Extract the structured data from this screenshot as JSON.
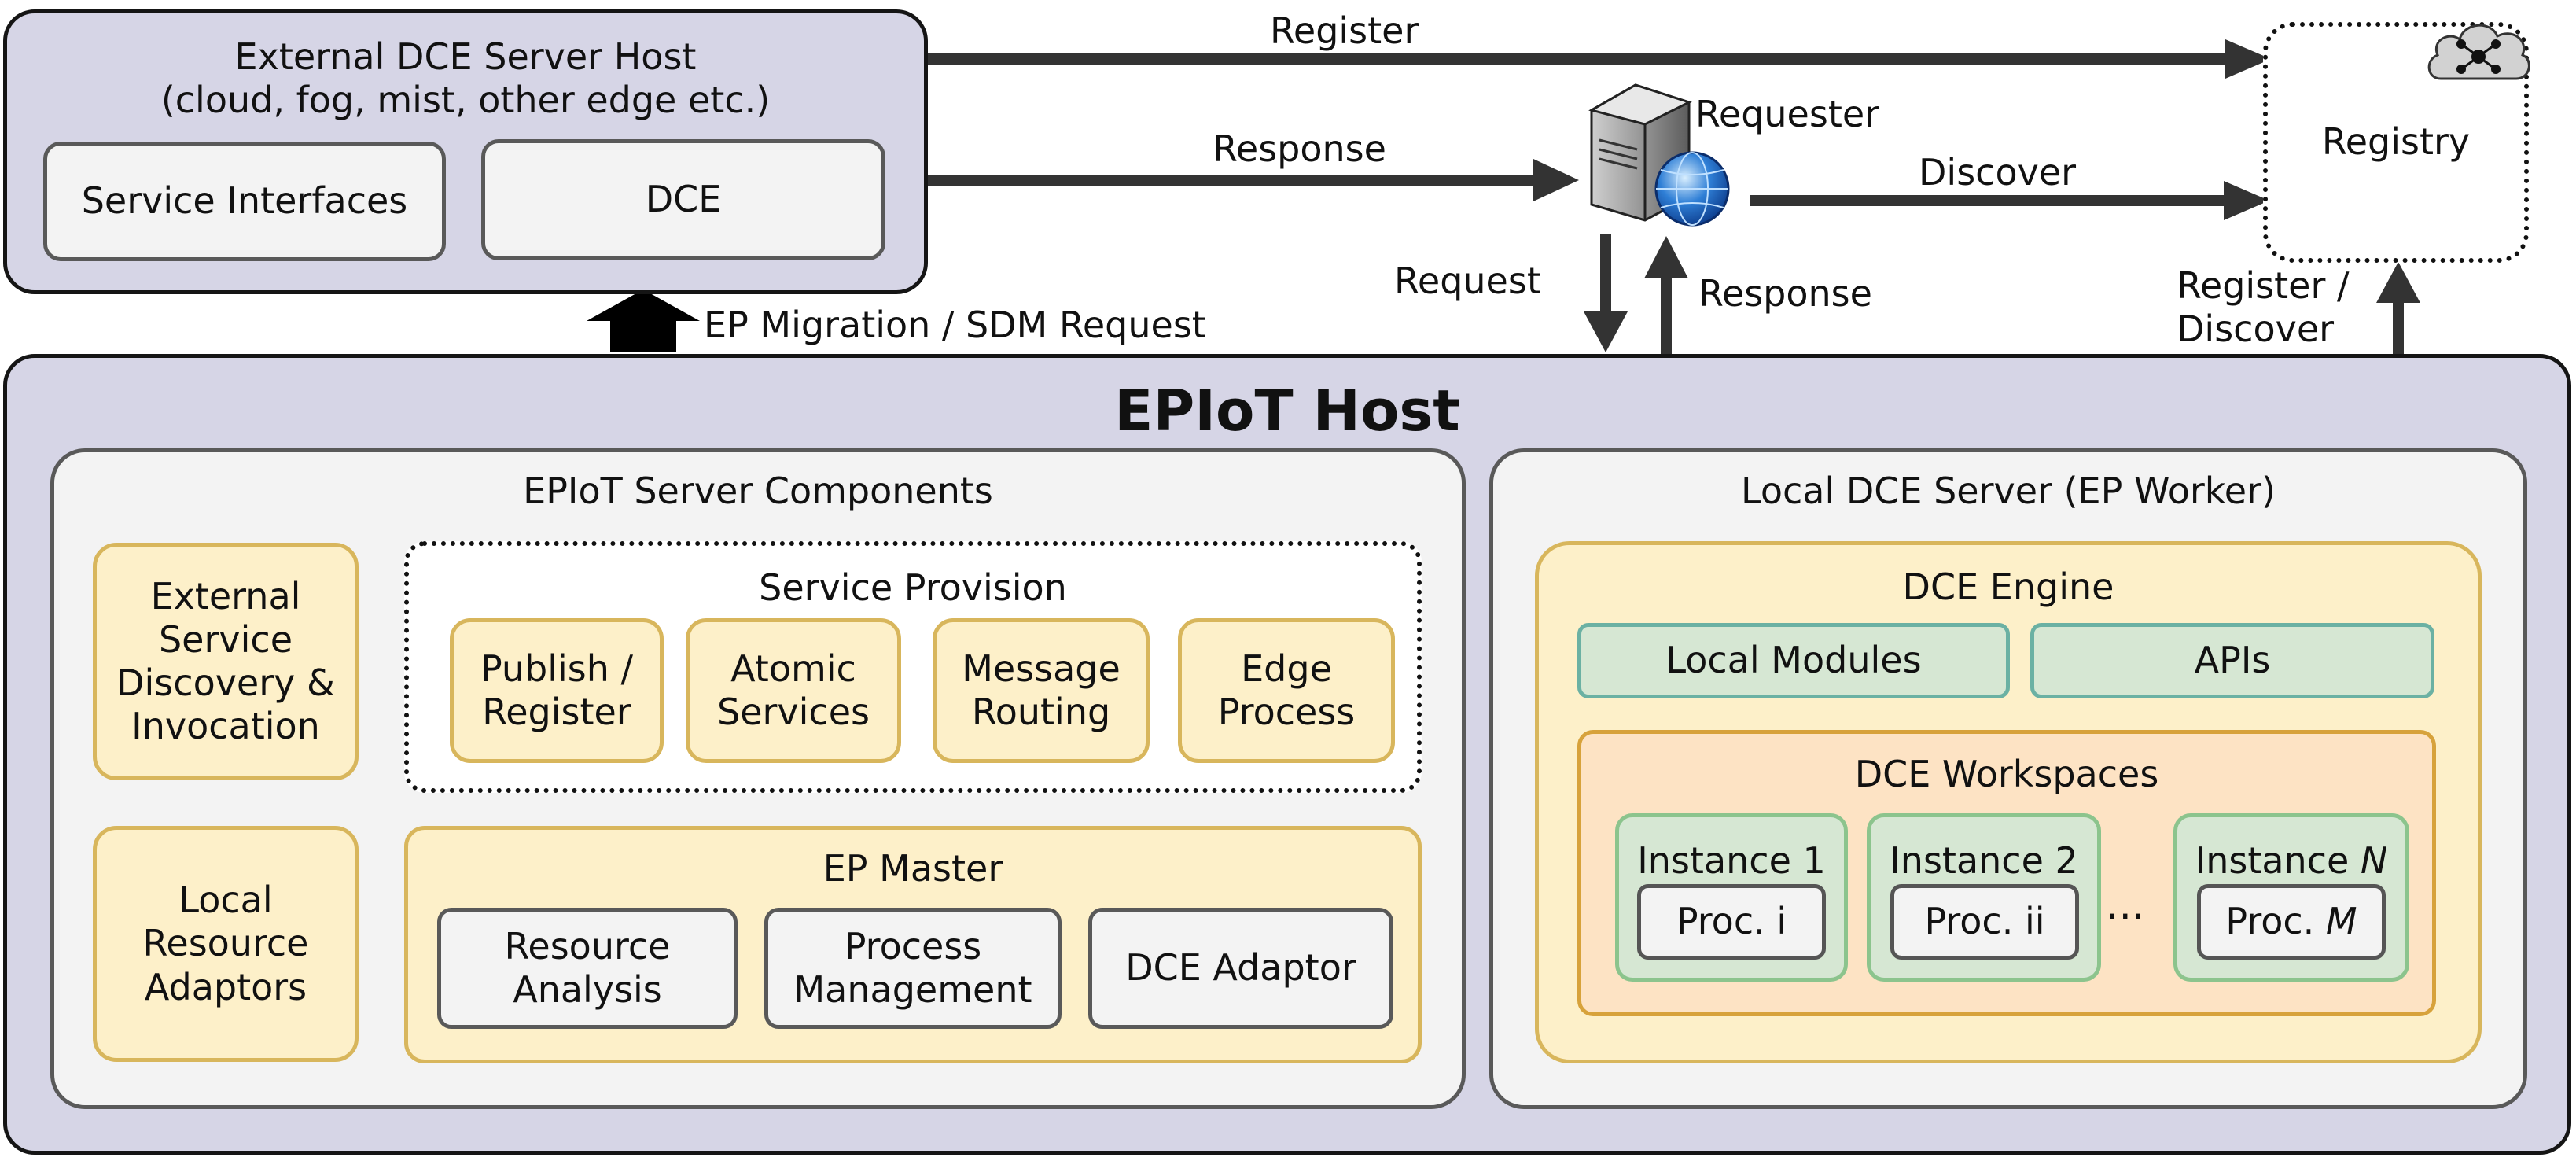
{
  "external_host": {
    "title_line1": "External DCE Server Host",
    "title_line2": "(cloud, fog, mist, other edge etc.)",
    "service_interfaces": "Service Interfaces",
    "dce": "DCE"
  },
  "registry": {
    "label": "Registry"
  },
  "requester": {
    "label": "Requester"
  },
  "arrows": {
    "register": "Register",
    "response_top": "Response",
    "discover": "Discover",
    "request": "Request",
    "response_mid": "Response",
    "register_discover_1": "Register /",
    "register_discover_2": "Discover",
    "ep_migration": "EP Migration / SDM Request"
  },
  "epiot_host": {
    "title": "EPIoT Host"
  },
  "server_components": {
    "title": "EPIoT Server Components",
    "external_discovery": [
      "External",
      "Service",
      "Discovery &",
      "Invocation"
    ],
    "local_adaptors": [
      "Local",
      "Resource",
      "Adaptors"
    ],
    "service_provision": {
      "title": "Service Provision",
      "items": [
        [
          "Publish /",
          "Register"
        ],
        [
          "Atomic",
          "Services"
        ],
        [
          "Message",
          "Routing"
        ],
        [
          "Edge",
          "Process"
        ]
      ]
    },
    "ep_master": {
      "title": "EP Master",
      "items": [
        [
          "Resource",
          "Analysis"
        ],
        [
          "Process",
          "Management"
        ],
        [
          "DCE Adaptor"
        ]
      ]
    }
  },
  "local_dce": {
    "title": "Local DCE Server (EP Worker)",
    "engine": {
      "title": "DCE Engine",
      "local_modules": "Local Modules",
      "apis": "APIs",
      "workspaces": {
        "title": "DCE Workspaces",
        "instance_1": "Instance 1",
        "instance_2": "Instance 2",
        "instance_n_prefix": "Instance ",
        "instance_n_var": "N",
        "proc_1": "Proc. i",
        "proc_2": "Proc. ii",
        "proc_n_prefix": "Proc. ",
        "proc_n_var": "M",
        "ellipsis": "···"
      }
    }
  }
}
